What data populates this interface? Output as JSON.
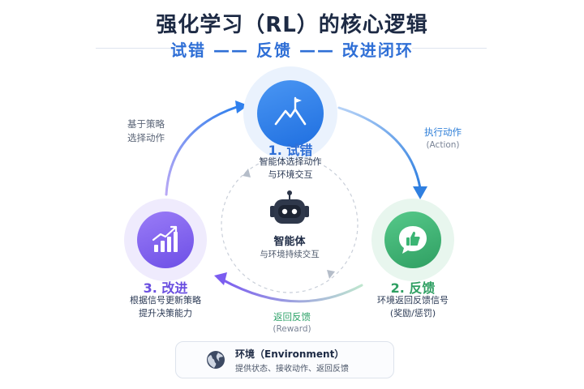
{
  "title": "强化学习（RL）的核心逻辑",
  "subtitle": "试错 —— 反馈 —— 改进闭环",
  "steps": [
    {
      "title": "1. 试错",
      "desc_line1": "智能体选择动作",
      "desc_line2": "与环境交互",
      "color": "#2f80ed",
      "icon": "flag-mountain-icon"
    },
    {
      "title": "2. 反馈",
      "desc_line1": "环境返回反馈信号",
      "desc_line2": "(奖励/惩罚)",
      "color": "#3bb574",
      "icon": "thumbs-up-chat-icon"
    },
    {
      "title": "3. 改进",
      "desc_line1": "根据信号更新策略",
      "desc_line2": "提升决策能力",
      "color": "#7b5cf0",
      "icon": "growth-chart-icon"
    }
  ],
  "edges": [
    {
      "label": "执行动作",
      "sub": "(Action)",
      "color": "#2f7fd8"
    },
    {
      "label": "返回反馈",
      "sub": "(Reward)",
      "color": "#2fa36a"
    },
    {
      "label_line1": "基于策略",
      "label_line2": "选择动作",
      "color": "#5b6577"
    }
  ],
  "center": {
    "title": "智能体",
    "desc": "与环境持续交互",
    "icon": "robot-icon"
  },
  "environment": {
    "title": "环境（Environment）",
    "desc": "提供状态、接收动作、返回反馈",
    "icon": "globe-icon"
  }
}
